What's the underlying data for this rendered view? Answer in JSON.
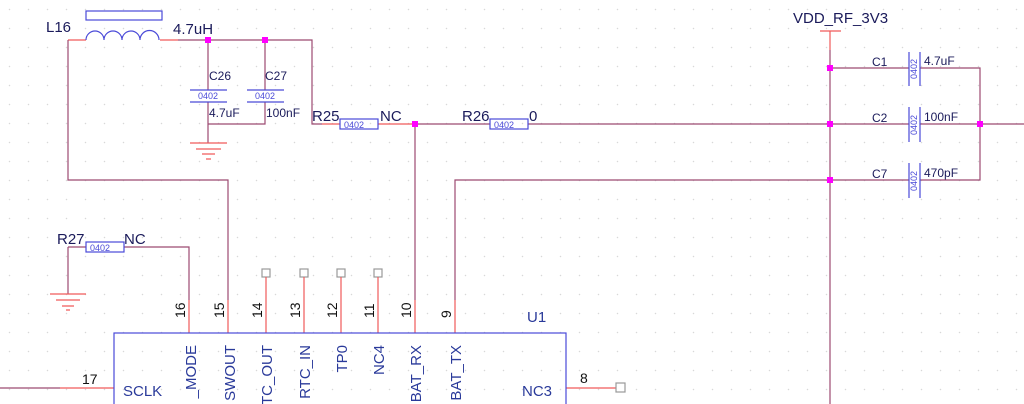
{
  "net_label": "VDD_RF_3V3",
  "inductor": {
    "ref": "L16",
    "value": "4.7uH"
  },
  "caps_left": [
    {
      "ref": "C26",
      "package": "0402",
      "value": "4.7uF"
    },
    {
      "ref": "C27",
      "package": "0402",
      "value": "100nF"
    }
  ],
  "resistors": [
    {
      "ref": "R25",
      "package": "0402",
      "value": "NC"
    },
    {
      "ref": "R26",
      "package": "0402",
      "value": "0"
    },
    {
      "ref": "R27",
      "package": "0402",
      "value": "NC"
    }
  ],
  "caps_right": [
    {
      "ref": "C1",
      "package": "0402",
      "value": "4.7uF"
    },
    {
      "ref": "C2",
      "package": "0402",
      "value": "100nF"
    },
    {
      "ref": "C7",
      "package": "0402",
      "value": "470pF"
    }
  ],
  "chip": {
    "ref": "U1",
    "top_pins": [
      {
        "num": "16",
        "label": "_MODE"
      },
      {
        "num": "15",
        "label": "SWOUT"
      },
      {
        "num": "14",
        "label": "TC_OUT"
      },
      {
        "num": "13",
        "label": "RTC_IN"
      },
      {
        "num": "12",
        "label": "TP0"
      },
      {
        "num": "11",
        "label": "NC4"
      },
      {
        "num": "10",
        "label": "BAT_RX"
      },
      {
        "num": "9",
        "label": "BAT_TX"
      }
    ],
    "left_pin": {
      "num": "17",
      "label": "SCLK"
    },
    "right_pin": {
      "num": "8",
      "label": "NC3"
    }
  }
}
